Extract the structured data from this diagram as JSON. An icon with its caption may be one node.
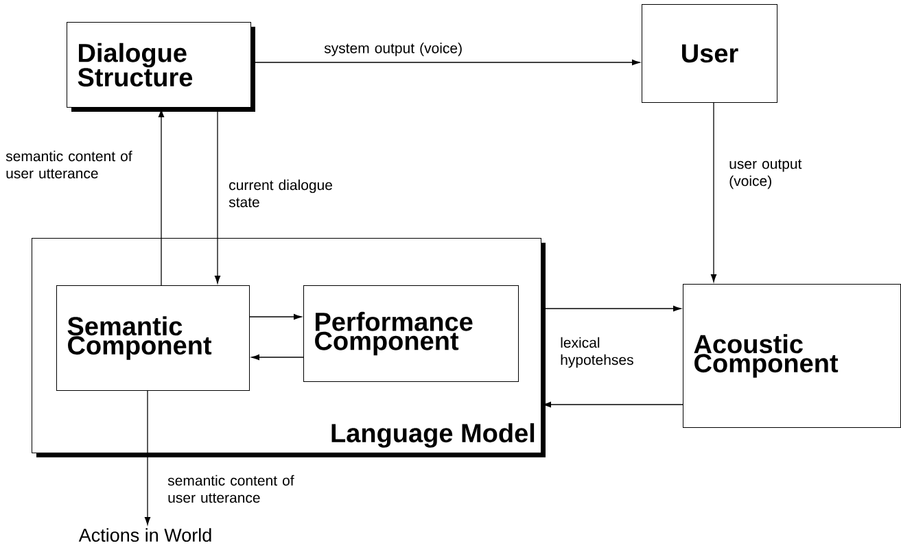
{
  "diagram": {
    "nodes": [
      {
        "text": [
          "Dialogue Structure"
        ]
      },
      {
        "text": [
          "User"
        ]
      },
      {
        "text": [
          "Language Model"
        ]
      },
      {
        "text": [
          "Semantic Component"
        ],
        "in": 2
      },
      {
        "text": [
          "Performance Component"
        ],
        "in": 2
      },
      {
        "text": [
          "Acoustic Component"
        ]
      },
      {
        "text": [
          "Actions in World"
        ]
      }
    ],
    "edges": [
      {
        "from": 0,
        "to": 1,
        "arrow": "to",
        "label": "system output (voice)"
      },
      {
        "from": 3,
        "to": 0,
        "arrow": "to",
        "label": "semantic content of user utterance"
      },
      {
        "from": 0,
        "to": 3,
        "arrow": "to",
        "label": "current dialogue state"
      },
      {
        "from": 1,
        "to": 5,
        "arrow": "to",
        "label": "user output (voice)"
      },
      {
        "from": 3,
        "to": 4,
        "arrow": "to"
      },
      {
        "from": 4,
        "to": 3,
        "arrow": "to"
      },
      {
        "from": 2,
        "to": 5,
        "arrow": "to",
        "label": "lexical hypotehses"
      },
      {
        "from": 5,
        "to": 2,
        "arrow": "to"
      },
      {
        "from": 3,
        "to": 6,
        "arrow": "to",
        "label": "semantic content of user utterance"
      }
    ]
  }
}
